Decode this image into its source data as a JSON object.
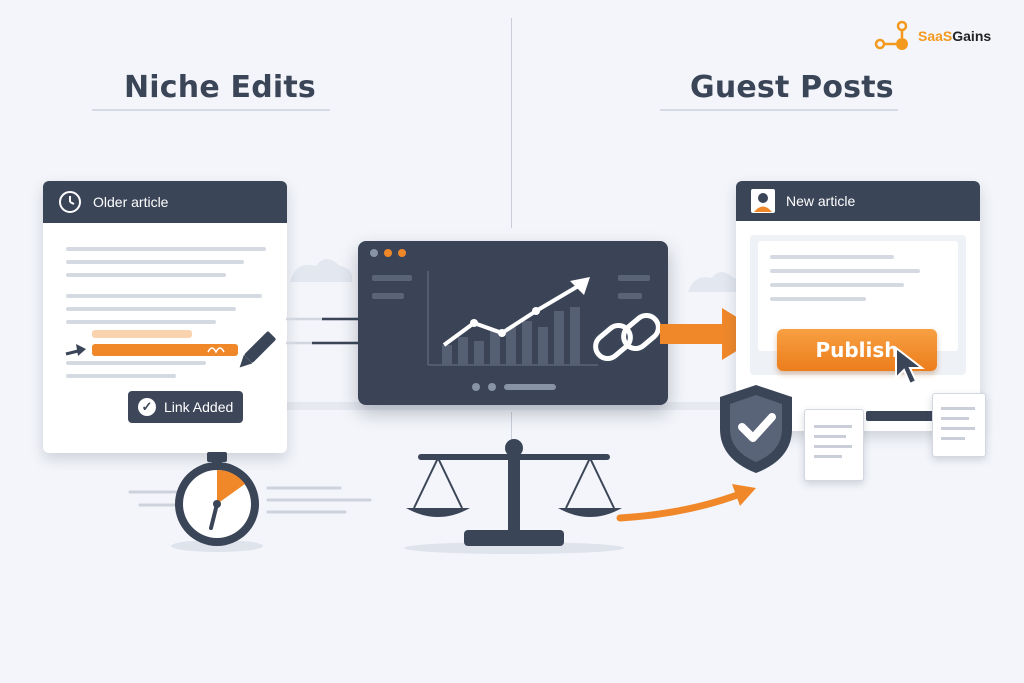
{
  "brand": {
    "name_part1": "SaaS",
    "name_part2": "Gains"
  },
  "left": {
    "heading": "Niche Edits",
    "card_title": "Older article",
    "badge_label": "Link Added"
  },
  "right": {
    "heading": "Guest Posts",
    "card_title": "New article",
    "publish_label": "Publish"
  },
  "colors": {
    "accent_orange": "#f0882a",
    "dark_slate": "#3b4558",
    "background": "#f3f5fa"
  },
  "icons": [
    "clock-icon",
    "pencil-icon",
    "check-icon",
    "stopwatch-icon",
    "chart-icon",
    "link-chain-icon",
    "scale-icon",
    "shield-check-icon",
    "avatar-icon",
    "cursor-icon",
    "document-icon",
    "arrow-icon"
  ]
}
